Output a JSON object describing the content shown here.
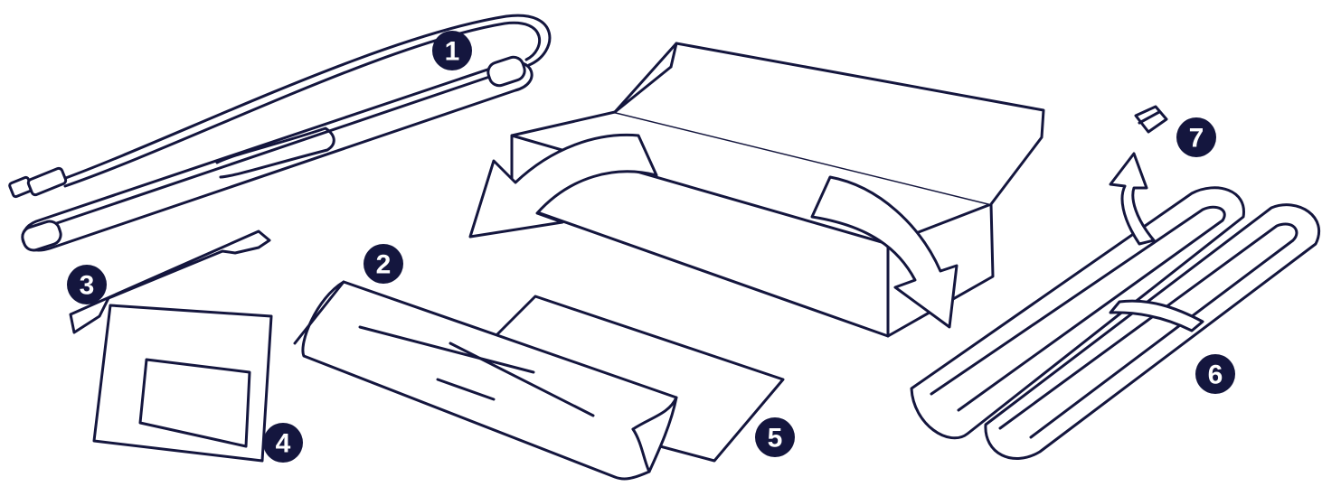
{
  "colors": {
    "ink": "#14163e",
    "paper": "#ffffff"
  },
  "callouts": [
    {
      "label": "1",
      "item": "cable-strap"
    },
    {
      "label": "2",
      "item": "folded-sleeve"
    },
    {
      "label": "3",
      "item": "clip-strip"
    },
    {
      "label": "4",
      "item": "label-card"
    },
    {
      "label": "5",
      "item": "flat-sheet"
    },
    {
      "label": "6",
      "item": "foam-tray"
    },
    {
      "label": "7",
      "item": "small-plug"
    }
  ]
}
